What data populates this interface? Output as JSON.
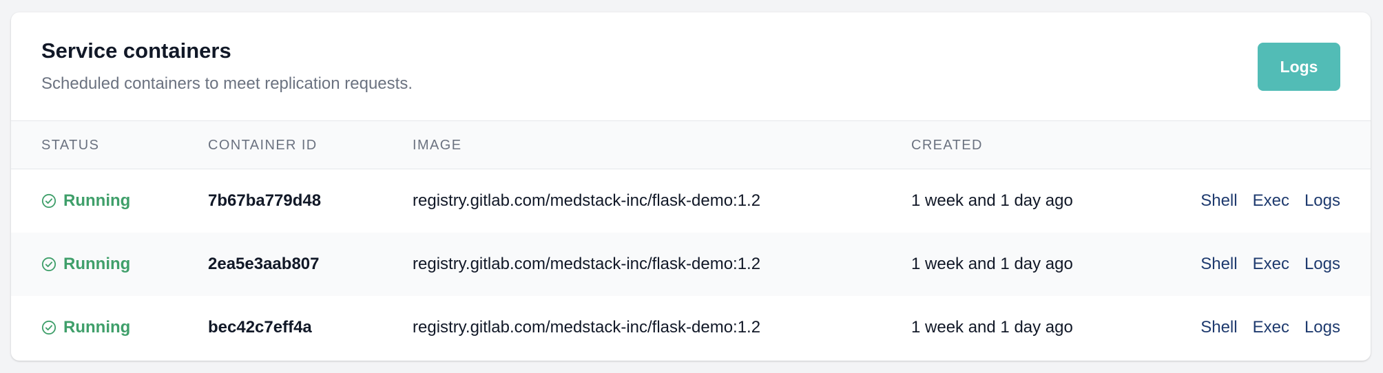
{
  "header": {
    "title": "Service containers",
    "subtitle": "Scheduled containers to meet replication requests.",
    "logs_button_label": "Logs"
  },
  "table": {
    "columns": [
      "STATUS",
      "CONTAINER ID",
      "IMAGE",
      "CREATED"
    ],
    "rows": [
      {
        "status": "Running",
        "container_id": "7b67ba779d48",
        "image": "registry.gitlab.com/medstack-inc/flask-demo:1.2",
        "created": "1 week and 1 day ago",
        "actions": [
          "Shell",
          "Exec",
          "Logs"
        ]
      },
      {
        "status": "Running",
        "container_id": "2ea5e3aab807",
        "image": "registry.gitlab.com/medstack-inc/flask-demo:1.2",
        "created": "1 week and 1 day ago",
        "actions": [
          "Shell",
          "Exec",
          "Logs"
        ]
      },
      {
        "status": "Running",
        "container_id": "bec42c7eff4a",
        "image": "registry.gitlab.com/medstack-inc/flask-demo:1.2",
        "created": "1 week and 1 day ago",
        "actions": [
          "Shell",
          "Exec",
          "Logs"
        ]
      }
    ]
  },
  "icons": {
    "status": "check-circle-icon"
  },
  "colors": {
    "accent": "#52bcb6",
    "running": "#3f9f6a",
    "link": "#1e3a6e"
  }
}
